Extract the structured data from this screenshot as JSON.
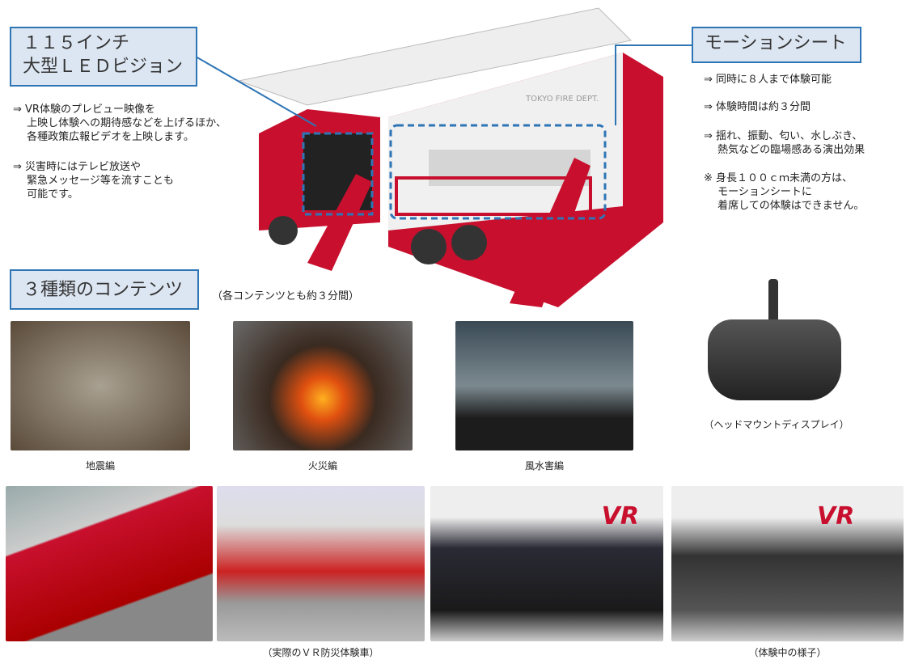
{
  "led_box": {
    "line1": "１１５インチ",
    "line2": "大型ＬＥＤビジョン"
  },
  "led_notes": [
    "⇒ VR体験のプレビュー映像を\n　 上映し体験への期待感などを上げるほか、\n　 各種政策広報ビデオを上映します。",
    "⇒ 災害時にはテレビ放送や\n　 緊急メッセージ等を流すことも\n　 可能です。"
  ],
  "seat_box": {
    "title": "モーションシート"
  },
  "seat_notes": [
    "⇒ 同時に８人まで体験可能",
    "⇒ 体験時間は約３分間",
    "⇒ 揺れ、振動、匂い、水しぶき、\n　 熱気などの臨場感ある演出効果",
    "※ 身長１００ｃｍ未満の方は、\n　 モーションシートに\n　 着席しての体験はできません。"
  ],
  "truck_label": "TOKYO FIRE DEPT.",
  "contents_box": {
    "title": "３種類のコンテンツ",
    "note": "（各コンテンツとも約３分間）"
  },
  "contents": [
    {
      "caption": "地震編"
    },
    {
      "caption": "火災編"
    },
    {
      "caption": "風水害編"
    }
  ],
  "hmd_caption": "（ヘッドマウントディスプレイ）",
  "photo_captions": {
    "truck": "（実際のＶＲ防災体験車）",
    "experience": "（体験中の様子）"
  },
  "vr_logo": "VR"
}
